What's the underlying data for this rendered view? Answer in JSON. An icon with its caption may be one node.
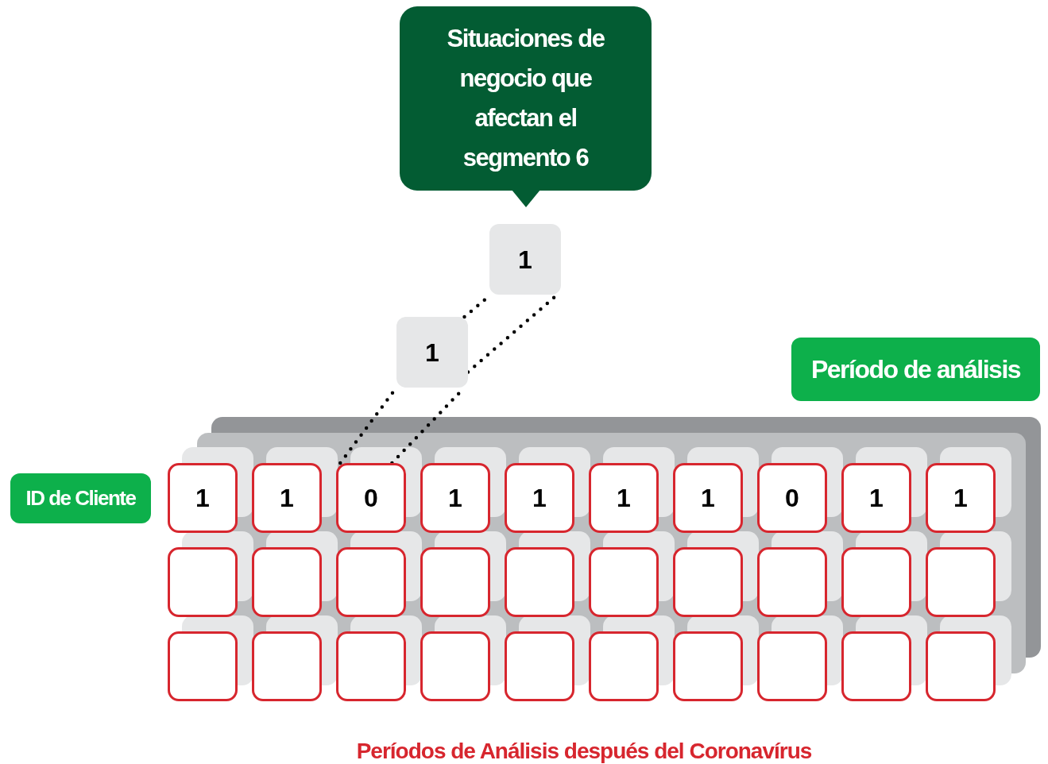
{
  "diagram": {
    "caption": "Períodos de Análisis después del Coronavírus",
    "nodes": [
      {
        "text": [
          "Situaciones de negocio que afectan el segmento 6"
        ]
      },
      {
        "text": [
          "1"
        ]
      },
      {
        "text": [
          "1"
        ]
      },
      {
        "text": [
          "Período de análisis"
        ]
      },
      {
        "text": [
          "ID de Cliente"
        ]
      },
      {
        "text": [
          "1"
        ]
      },
      {
        "text": [
          "1"
        ]
      },
      {
        "text": [
          "0"
        ]
      },
      {
        "text": [
          "1"
        ]
      },
      {
        "text": [
          "1"
        ]
      },
      {
        "text": [
          "1"
        ]
      },
      {
        "text": [
          "1"
        ]
      },
      {
        "text": [
          "0"
        ]
      },
      {
        "text": [
          "1"
        ]
      },
      {
        "text": [
          "1"
        ]
      },
      {
        "text": [],
        "shape": "box"
      },
      {
        "text": [],
        "shape": "box"
      },
      {
        "text": [],
        "shape": "box"
      },
      {
        "text": [],
        "shape": "box"
      },
      {
        "text": [],
        "shape": "box"
      },
      {
        "text": [],
        "shape": "box"
      },
      {
        "text": [],
        "shape": "box"
      },
      {
        "text": [],
        "shape": "box"
      },
      {
        "text": [],
        "shape": "box"
      },
      {
        "text": [],
        "shape": "box"
      },
      {
        "text": [],
        "shape": "box"
      },
      {
        "text": [],
        "shape": "box"
      },
      {
        "text": [],
        "shape": "box"
      },
      {
        "text": [],
        "shape": "box"
      },
      {
        "text": [],
        "shape": "box"
      },
      {
        "text": [],
        "shape": "box"
      },
      {
        "text": [],
        "shape": "box"
      },
      {
        "text": [],
        "shape": "box"
      },
      {
        "text": [],
        "shape": "box"
      },
      {
        "text": [],
        "shape": "box"
      }
    ],
    "edges": [
      {
        "from": 7,
        "to": 2,
        "arrow": "none",
        "style": "dashed"
      },
      {
        "from": 7,
        "to": 2,
        "arrow": "none",
        "style": "dashed"
      },
      {
        "from": 2,
        "to": 1,
        "arrow": "none",
        "style": "dashed"
      },
      {
        "from": 2,
        "to": 1,
        "arrow": "none",
        "style": "dashed"
      }
    ]
  }
}
